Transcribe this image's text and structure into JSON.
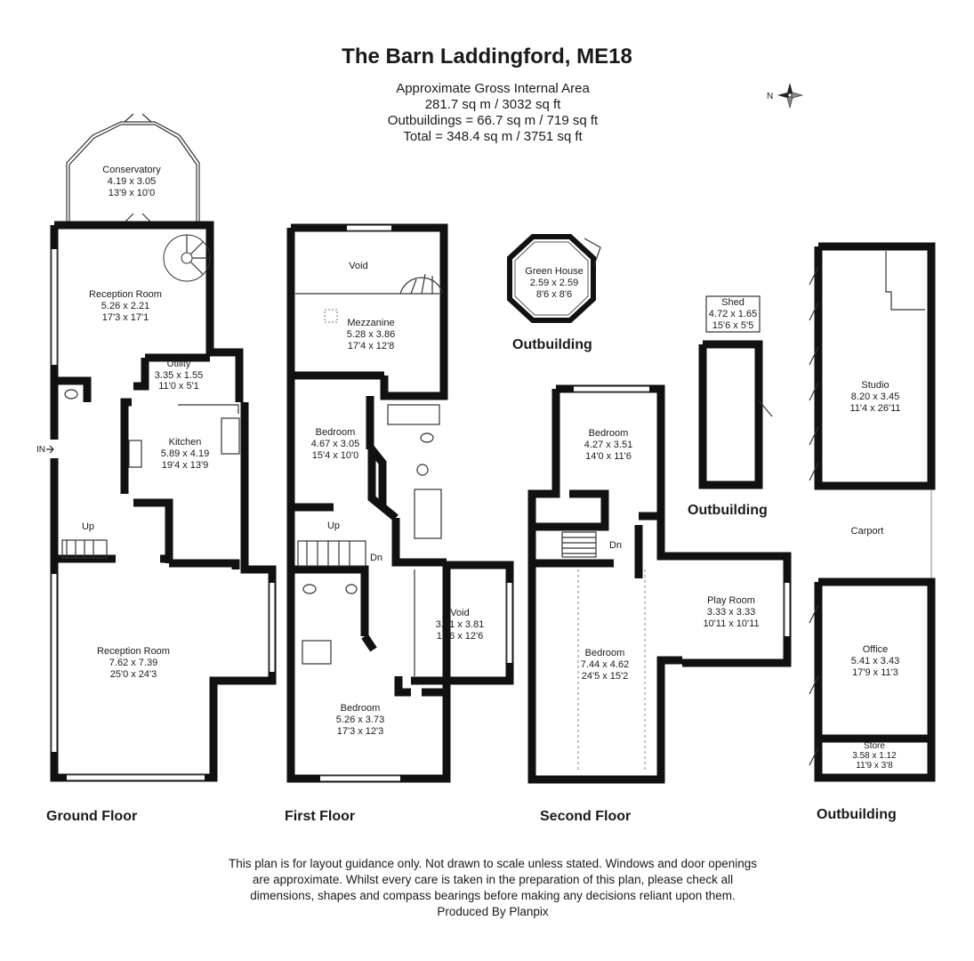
{
  "title": "The Barn Laddingford, ME18",
  "area": {
    "line1": "Approximate Gross Internal Area",
    "line2": "281.7 sq m / 3032 sq ft",
    "line3": "Outbuildings = 66.7 sq m / 719 sq ft",
    "line4": "Total = 348.4 sq m / 3751 sq ft"
  },
  "compass_label": "N",
  "rooms": {
    "conservatory": {
      "name": "Conservatory",
      "metric": "4.19 x 3.05",
      "imperial": "13'9 x 10'0"
    },
    "reception_top": {
      "name": "Reception Room",
      "metric": "5.26 x 2.21",
      "imperial": "17'3 x 17'1"
    },
    "utility": {
      "name": "Utility",
      "metric": "3.35 x 1.55",
      "imperial": "11'0 x 5'1"
    },
    "kitchen": {
      "name": "Kitchen",
      "metric": "5.89 x 4.19",
      "imperial": "19'4 x 13'9"
    },
    "reception_bottom": {
      "name": "Reception Room",
      "metric": "7.62 x 7.39",
      "imperial": "25'0 x 24'3"
    },
    "void_top": {
      "name": "Void"
    },
    "mezzanine": {
      "name": "Mezzanine",
      "metric": "5.28 x 3.86",
      "imperial": "17'4 x 12'8"
    },
    "bedroom_ff1": {
      "name": "Bedroom",
      "metric": "4.67 x 3.05",
      "imperial": "15'4 x 10'0"
    },
    "void_ff": {
      "name": "Void",
      "metric": "3.81 x 3.81",
      "imperial": "12'6 x 12'6"
    },
    "bedroom_ff2": {
      "name": "Bedroom",
      "metric": "5.26 x 3.73",
      "imperial": "17'3 x 12'3"
    },
    "green_house": {
      "name": "Green House",
      "metric": "2.59 x 2.59",
      "imperial": "8'6 x 8'6"
    },
    "shed": {
      "name": "Shed",
      "metric": "4.72 x 1.65",
      "imperial": "15'6 x 5'5"
    },
    "bedroom_sf1": {
      "name": "Bedroom",
      "metric": "4.27 x 3.51",
      "imperial": "14'0 x 11'6"
    },
    "bedroom_sf2": {
      "name": "Bedroom",
      "metric": "7.44 x 4.62",
      "imperial": "24'5 x 15'2"
    },
    "play_room": {
      "name": "Play Room",
      "metric": "3.33 x 3.33",
      "imperial": "10'11 x 10'11"
    },
    "studio": {
      "name": "Studio",
      "metric": "8.20 x 3.45",
      "imperial": "11'4 x 26'11"
    },
    "carport": {
      "name": "Carport"
    },
    "office": {
      "name": "Office",
      "metric": "5.41 x 3.43",
      "imperial": "17'9 x 11'3"
    },
    "store": {
      "name": "Store",
      "metric": "3.58 x 1.12",
      "imperial": "11'9 x 3'8"
    }
  },
  "markers": {
    "in": "IN",
    "up_ground": "Up",
    "up_first": "Up",
    "dn_first": "Dn",
    "dn_second": "Dn"
  },
  "outbuilding_labels": {
    "greenhouse": "Outbuilding",
    "shed": "Outbuilding"
  },
  "floors": {
    "ground": "Ground Floor",
    "first": "First Floor",
    "second": "Second Floor",
    "outbuilding": "Outbuilding"
  },
  "disclaimer": {
    "line1": "This plan is for layout guidance only. Not drawn to scale unless stated. Windows and door openings",
    "line2": "are approximate. Whilst every care is taken in the preparation of this plan, please check all",
    "line3": "dimensions, shapes and compass bearings before making any decisions reliant upon them.",
    "line4": "Produced By Planpix"
  }
}
